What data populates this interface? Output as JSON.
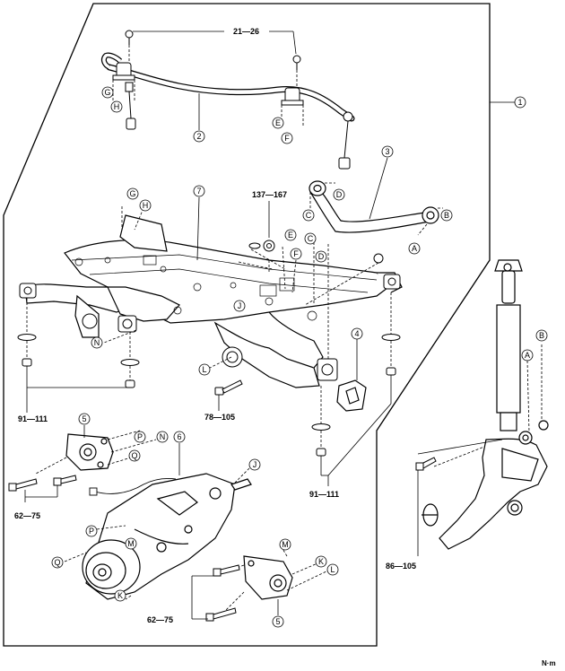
{
  "diagram": {
    "unit_label": "N·m",
    "parts": [
      {
        "id": "p1",
        "label": "1"
      },
      {
        "id": "p2",
        "label": "2"
      },
      {
        "id": "p3",
        "label": "3"
      },
      {
        "id": "p4",
        "label": "4"
      },
      {
        "id": "p5a",
        "label": "5"
      },
      {
        "id": "p5b",
        "label": "5"
      },
      {
        "id": "p6",
        "label": "6"
      },
      {
        "id": "p7",
        "label": "7"
      }
    ],
    "torques": {
      "t1": "21—26",
      "t2": "137—167",
      "t3": "91—111",
      "t4": "78—105",
      "t5": "91—111",
      "t6": "62—75",
      "t7": "62—75",
      "t8": "86—105"
    },
    "letters": {
      "a1": "A",
      "a2": "A",
      "a3": "A",
      "b1": "B",
      "b2": "B",
      "c1": "C",
      "c2": "C",
      "d1": "D",
      "d2": "D",
      "e1": "E",
      "e2": "E",
      "f1": "F",
      "f2": "F",
      "g1": "G",
      "g2": "G",
      "h1": "H",
      "h2": "H",
      "j1": "J",
      "j2": "J",
      "k1": "K",
      "k2": "K",
      "l1": "L",
      "l2": "L",
      "m1": "M",
      "m2": "M",
      "n1": "N",
      "n2": "N",
      "p1": "P",
      "p2": "P",
      "q1": "Q",
      "q2": "Q"
    }
  }
}
